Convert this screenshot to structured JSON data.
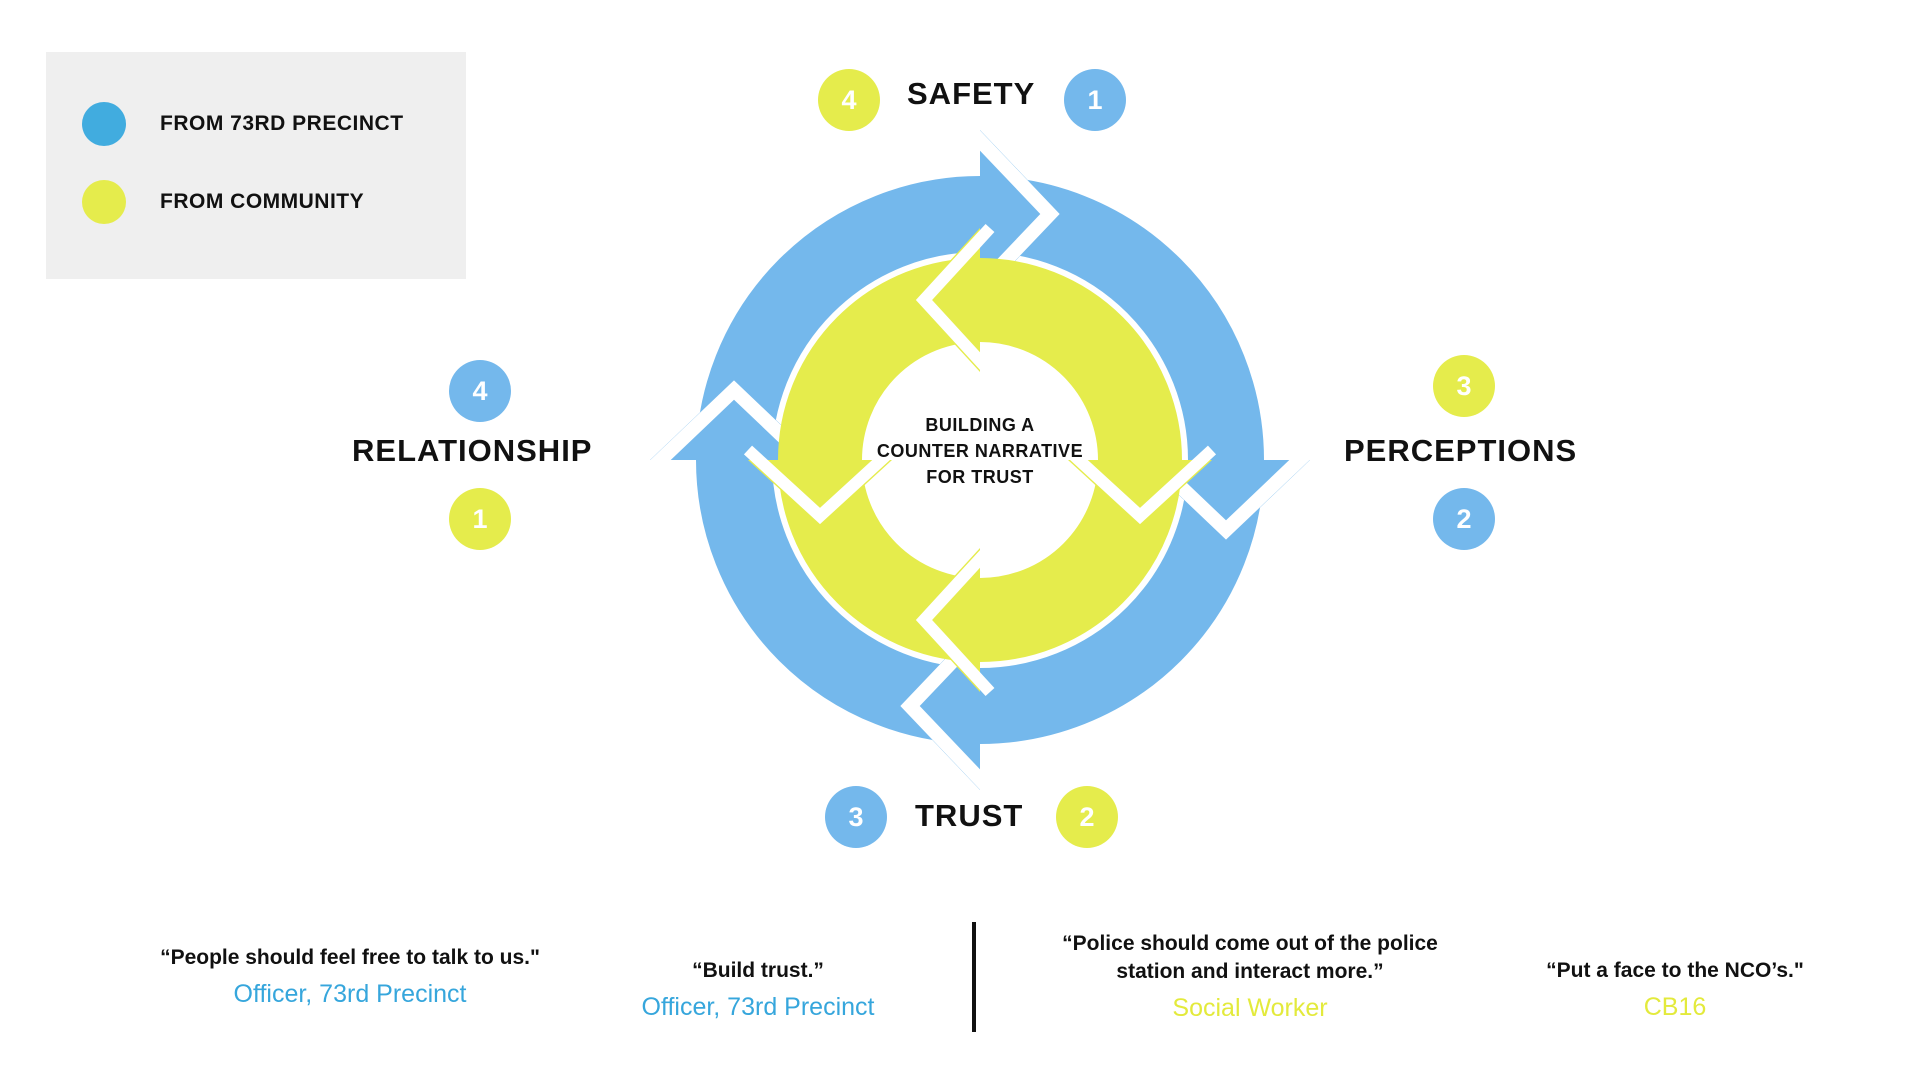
{
  "colors": {
    "precinct": "#74b8ec",
    "community": "#e5ec4c",
    "precinct_legend": "#41acdf",
    "precinct_text": "#36a6dc",
    "community_text": "#e3ea3c",
    "legend_bg": "#efefef"
  },
  "legend": {
    "items": [
      {
        "label": "FROM 73RD PRECINCT",
        "color": "#41acdf"
      },
      {
        "label": "FROM COMMUNITY",
        "color": "#e5ec4c"
      }
    ]
  },
  "diagram": {
    "center_text": [
      "BUILDING A",
      "COUNTER NARRATIVE",
      "FOR TRUST"
    ],
    "nodes": {
      "safety": {
        "label": "SAFETY",
        "precinct_rank": "1",
        "community_rank": "4"
      },
      "perceptions": {
        "label": "PERCEPTIONS",
        "precinct_rank": "2",
        "community_rank": "3"
      },
      "trust": {
        "label": "TRUST",
        "precinct_rank": "3",
        "community_rank": "2"
      },
      "relationship": {
        "label": "RELATIONSHIP",
        "precinct_rank": "4",
        "community_rank": "1"
      }
    }
  },
  "quotes": [
    {
      "text": "“People should feel free to talk to us.\"",
      "source": "Officer, 73rd Precinct",
      "group": "precinct"
    },
    {
      "text": "“Build trust.”",
      "source": "Officer, 73rd Precinct",
      "group": "precinct"
    },
    {
      "text": "“Police should come out of the police station and interact more.”",
      "source": "Social Worker",
      "group": "community"
    },
    {
      "text": "“Put a face to the NCO’s.\"",
      "source": "CB16",
      "group": "community"
    }
  ]
}
